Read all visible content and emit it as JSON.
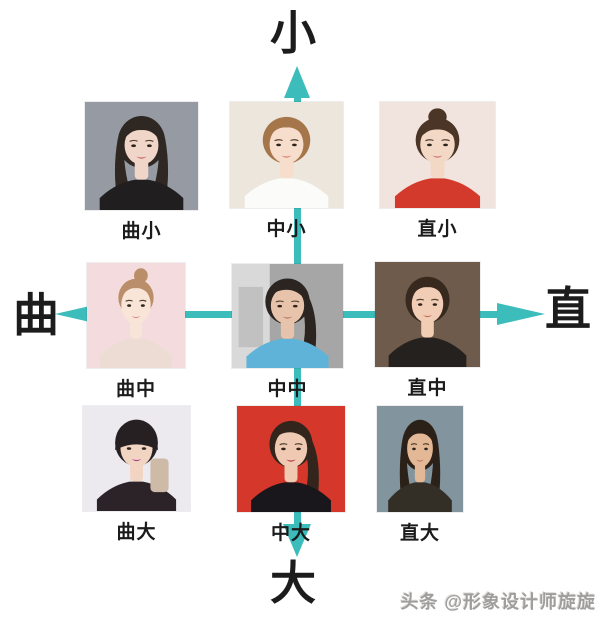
{
  "axes": {
    "top_label": "小",
    "bottom_label": "大",
    "left_label": "曲",
    "right_label": "直",
    "arrow_color": "#3dbcbc"
  },
  "cells": [
    {
      "label": "曲小",
      "photo": {
        "style": "long",
        "bg": "#959aa3",
        "hair": "#2e2722",
        "skin": "#f0d6c8",
        "top": "#211e1f",
        "lip": "#c4606a"
      }
    },
    {
      "label": "中小",
      "photo": {
        "style": "short",
        "bg": "#ece6dd",
        "hair": "#a5764a",
        "skin": "#f6ddcc",
        "top": "#fbfbf9",
        "lip": "#d4776f"
      }
    },
    {
      "label": "直小",
      "photo": {
        "style": "bun",
        "bg": "#f1e3dd",
        "hair": "#4a3527",
        "skin": "#f4d8c6",
        "top": "#d43a2c",
        "lip": "#cf6a62"
      }
    },
    {
      "label": "曲中",
      "photo": {
        "style": "updo",
        "bg": "#f4dbde",
        "hair": "#b98e68",
        "skin": "#f9e4d8",
        "top": "#ecdcd3",
        "lip": "#d98d85"
      }
    },
    {
      "label": "中中",
      "photo": {
        "style": "ponytail",
        "bg": "#a6a6a6",
        "bg2": "#d9d9d9",
        "hair": "#2b2420",
        "skin": "#e8c3ab",
        "top": "#5fb3d8",
        "lip": "#b96f66"
      }
    },
    {
      "label": "直中",
      "photo": {
        "style": "short",
        "bg": "#6e5b4b",
        "hair": "#38291f",
        "skin": "#f0cdb4",
        "top": "#25211f",
        "lip": "#c06a60"
      }
    },
    {
      "label": "曲大",
      "photo": {
        "style": "veil",
        "bg": "#eceaee",
        "hair": "#262022",
        "skin": "#f2d4c2",
        "top": "#2c2329",
        "lip": "#a63d8f",
        "prop": "phone"
      }
    },
    {
      "label": "中大",
      "photo": {
        "style": "ponytail",
        "bg": "#d5372b",
        "hair": "#33251c",
        "skin": "#f0c9b2",
        "top": "#1a171c",
        "lip": "#b3273a"
      }
    },
    {
      "label": "直大",
      "photo": {
        "style": "long",
        "bg": "#82959f",
        "hair": "#2c2118",
        "skin": "#e3b896",
        "top": "#332e26",
        "lip": "#c06f60"
      }
    }
  ],
  "watermark": {
    "text": "头条 @形象设计师旋旋"
  }
}
